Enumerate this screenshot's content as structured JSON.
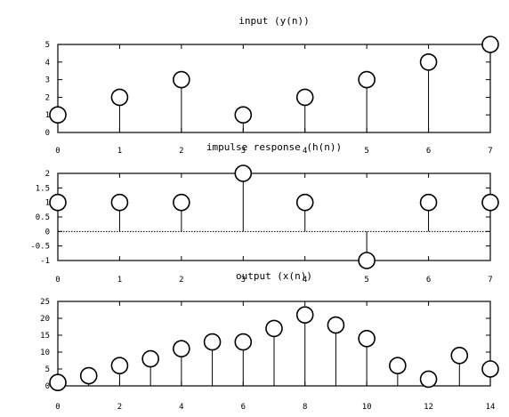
{
  "chart_data": [
    {
      "type": "stem",
      "title": "input (y(n))",
      "x": [
        0,
        1,
        2,
        3,
        4,
        5,
        6,
        7
      ],
      "values": [
        1,
        2,
        3,
        1,
        2,
        3,
        4,
        5
      ],
      "xlim": [
        0,
        7
      ],
      "ylim": [
        0,
        5
      ],
      "xticks": [
        "0",
        "1",
        "2",
        "3",
        "4",
        "5",
        "6",
        "7"
      ],
      "yticks": [
        "0",
        "1",
        "2",
        "3",
        "4",
        "5"
      ],
      "grid": false
    },
    {
      "type": "stem",
      "title": "impulse response (h(n))",
      "x": [
        0,
        1,
        2,
        3,
        4,
        5,
        6,
        7
      ],
      "values": [
        1,
        1,
        1,
        2,
        1,
        -1,
        1,
        1
      ],
      "xlim": [
        0,
        7
      ],
      "ylim": [
        -1,
        2
      ],
      "xticks": [
        "0",
        "1",
        "2",
        "3",
        "4",
        "5",
        "6",
        "7"
      ],
      "yticks": [
        "-1",
        "-0.5",
        "0",
        "0.5",
        "1",
        "1.5",
        "2"
      ],
      "grid": false
    },
    {
      "type": "stem",
      "title": "output (x(n))",
      "x": [
        0,
        1,
        2,
        3,
        4,
        5,
        6,
        7,
        8,
        9,
        10,
        11,
        12,
        13,
        14
      ],
      "values": [
        1,
        3,
        6,
        8,
        11,
        13,
        13,
        17,
        21,
        18,
        14,
        6,
        2,
        9,
        5
      ],
      "xlim": [
        0,
        14
      ],
      "ylim": [
        0,
        25
      ],
      "xticks": [
        "0",
        "2",
        "4",
        "6",
        "8",
        "10",
        "12",
        "14"
      ],
      "yticks": [
        "0",
        "5",
        "10",
        "15",
        "20",
        "25"
      ],
      "grid": false
    }
  ]
}
